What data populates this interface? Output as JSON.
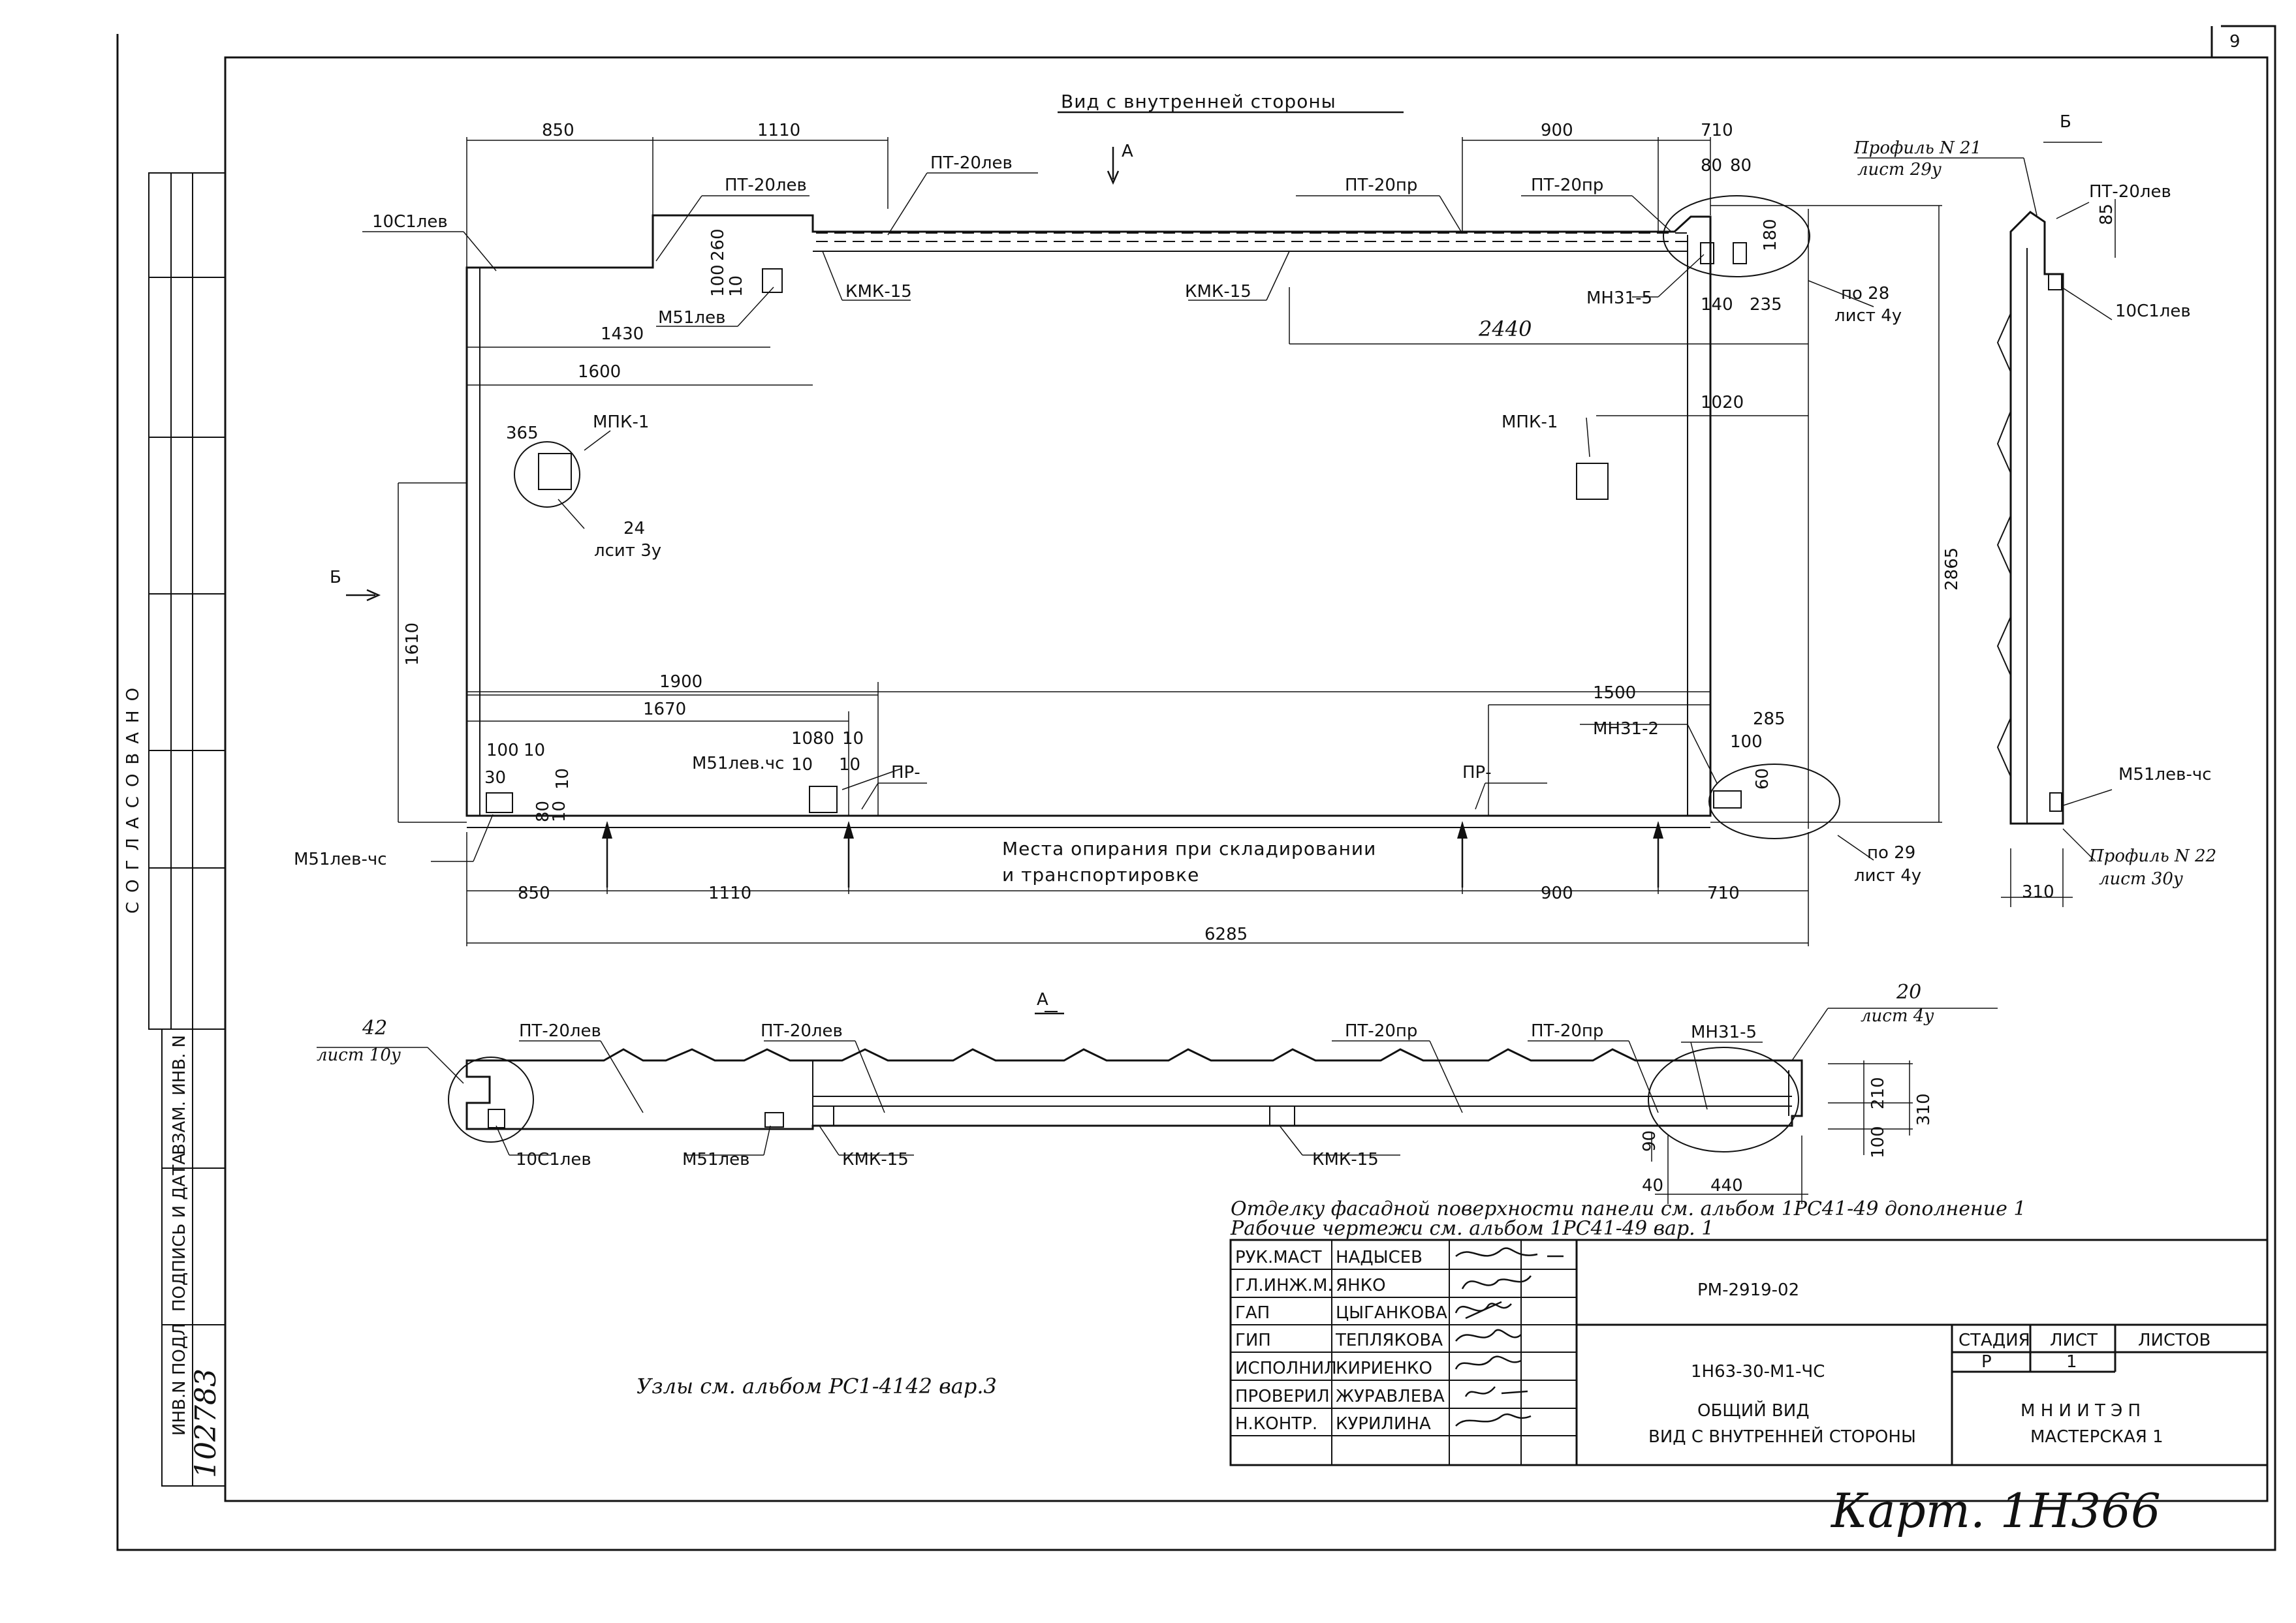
{
  "sheet": {
    "page_number": "9",
    "side_stamp": "СОГЛАСОВАНО",
    "side_labels": [
      "ВЗАМ. ИНВ. N",
      "ПОДПИСЬ И ДАТА",
      "ИНВ.N ПОДЛ"
    ],
    "inv_number": "102783"
  },
  "views": {
    "main_title": "Вид с внутренней стороны",
    "arrow_A": "А",
    "arrow_B": "Б",
    "section_A": "А",
    "section_B": "Б"
  },
  "dims": {
    "top_850": "850",
    "top_1110": "1110",
    "top_900": "900",
    "top_710": "710",
    "d80a": "80",
    "d80b": "80",
    "d260": "260",
    "d100a": "100",
    "d10a": "10",
    "d180": "180",
    "d140": "140",
    "d235": "235",
    "d1430": "1430",
    "d1600": "1600",
    "d2440": "2440",
    "d365": "365",
    "d1020": "1020",
    "d1610": "1610",
    "d2865": "2865",
    "d1900": "1900",
    "d1670": "1670",
    "d1500": "1500",
    "d285": "285",
    "d100b": "100",
    "d10b": "10",
    "d30": "30",
    "d10c": "10",
    "d80c": "80",
    "d10d": "10",
    "d10e": "10",
    "d80d": "80",
    "d10f": "10",
    "d10g": "10",
    "d10h": "10",
    "d100c": "100",
    "d60": "60",
    "bot_850": "850",
    "bot_1110": "1110",
    "bot_900": "900",
    "bot_710": "710",
    "bot_6285": "6285",
    "side_310": "310",
    "sa_210": "210",
    "sa_310": "310",
    "sa_100": "100",
    "sa_90": "90",
    "sa_40": "40",
    "sa_440": "440"
  },
  "labels": {
    "c10lev": "10С1лев",
    "pt20lev_1": "ПТ-20лев",
    "pt20lev_2": "ПТ-20лев",
    "pt20pr_1": "ПТ-20пр",
    "pt20pr_2": "ПТ-20пр",
    "m51lev": "М51лев",
    "kmk15_1": "КМК-15",
    "kmk15_2": "КМК-15",
    "mn31_5": "МН31-5",
    "po28": "по 28",
    "list4u_1": "лист 4у",
    "mpk1_left": "МПК-1",
    "mpk1_right": "МПК-1",
    "ref24": "24",
    "lsit3u": "лсит 3у",
    "m51levchs_1": "М51лев.чс",
    "pr1": "ПР-",
    "pr2": "ПР-",
    "mn31_2": "МН31-2",
    "m51levchs_2": "М51лев-чс",
    "supports_1": "Места опирания при складировании",
    "supports_2": "и транспортировке",
    "po29": "по 29",
    "list4u_2": "лист 4у",
    "prof21": "Профиль N 21",
    "list29u": "лист 29у",
    "pt20lev_b": "ПТ-20лев",
    "d85": "85",
    "c10lev_b": "10С1лев",
    "m51levchs_b": "М51лев-чс",
    "prof22": "Профиль N 22",
    "list30u": "лист 30у",
    "a_42": "42",
    "a_list10u": "лист 10у",
    "a_pt20lev_1": "ПТ-20лев",
    "a_pt20lev_2": "ПТ-20лев",
    "a_pt20pr_1": "ПТ-20пр",
    "a_pt20pr_2": "ПТ-20пр",
    "a_mn31_5": "МН31-5",
    "a_20": "20",
    "a_list4u": "лист 4у",
    "a_c10lev": "10С1лев",
    "a_m51lev": "М51лев",
    "a_kmk15_1": "КМК-15",
    "a_kmk15_2": "КМК-15"
  },
  "notes": {
    "facade_1": "Отделку фасадной поверхности панели см. альбом 1РС41-49 дополнение 1",
    "facade_2": "Рабочие чертежи см. альбом 1РС41-49 вар. 1",
    "nodes": "Узлы см. альбом РС1-4142 вар.3",
    "kart": "Карт. 1Н366"
  },
  "title_block": {
    "roles": [
      "РУК.МАСТ",
      "ГЛ.ИНЖ.М.",
      "ГАП",
      "ГИП",
      "ИСПОЛНИЛ",
      "ПРОВЕРИЛ",
      "Н.КОНТР."
    ],
    "names": [
      "НАДЫСЕВ",
      "ЯНКО",
      "ЦЫГАНКОВА",
      "ТЕПЛЯКОВА",
      "КИРИЕНКО",
      "ЖУРАВЛЕВА",
      "КУРИЛИНА"
    ],
    "doc_code": "РМ-2919-02",
    "product_code": "1Н63-30-М1-ЧС",
    "title_1": "ОБЩИЙ ВИД",
    "title_2": "ВИД С ВНУТРЕННЕЙ СТОРОНЫ",
    "stage_h": "СТАДИЯ",
    "sheet_h": "ЛИСТ",
    "sheets_h": "ЛИСТОВ",
    "stage": "Р",
    "sheet": "1",
    "org": "М Н И И Т Э П",
    "workshop": "МАСТЕРСКАЯ 1"
  }
}
